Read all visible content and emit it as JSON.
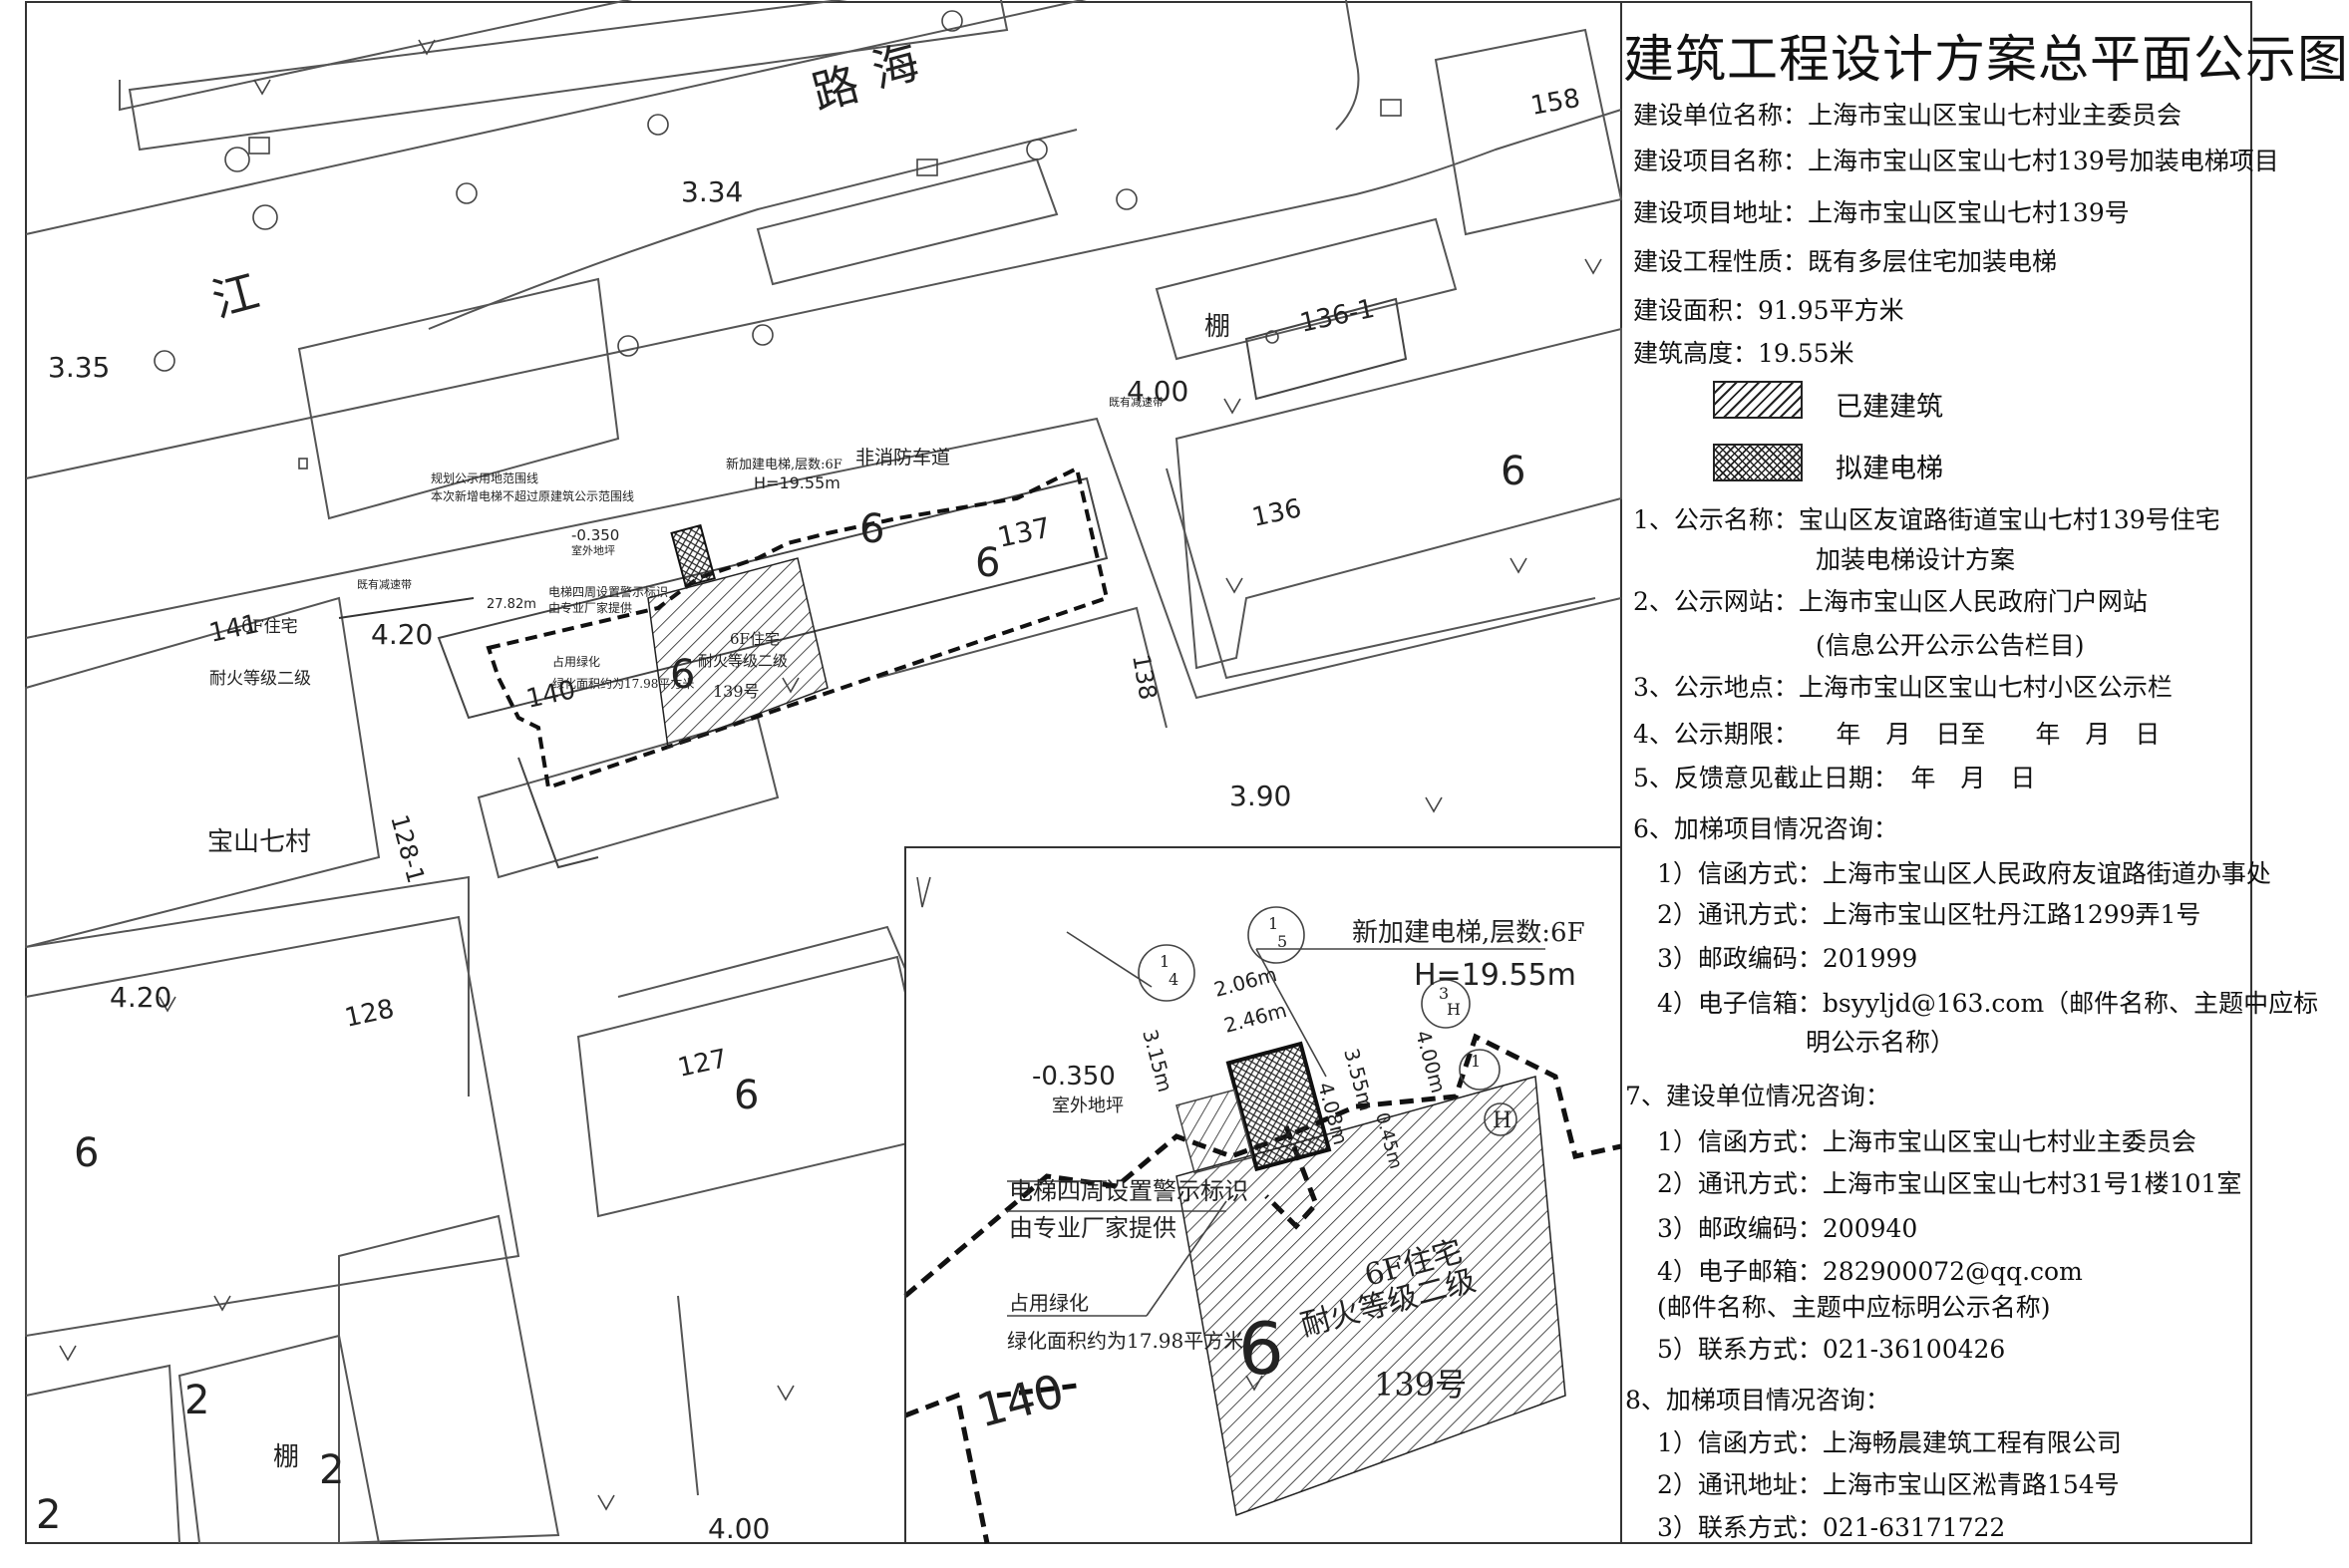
{
  "drawing": {
    "road_chars": [
      "路",
      "海",
      "江"
    ],
    "elevations": [
      "3.34",
      "3.35",
      "4.00",
      "4.20",
      "3.90",
      "4.20",
      "4.00"
    ],
    "building_numbers": [
      "158",
      "136-1",
      "136",
      "137",
      "141",
      "140",
      "139号",
      "138",
      "128-1",
      "128",
      "127"
    ],
    "floor_labels": [
      "6",
      "6",
      "6",
      "6",
      "6",
      "6",
      "2",
      "2",
      "2"
    ],
    "shed": [
      "棚",
      "棚"
    ],
    "community": "宝山七村",
    "fire_lane": "非消防车道",
    "b141_label": [
      "6F住宅",
      "耐火等级二级"
    ],
    "main_building_label": [
      "6F住宅",
      "耐火等级二级",
      "139号"
    ],
    "elevator_label": [
      "新加建电梯,层数:6F",
      "H=19.55m"
    ],
    "ground_level": [
      "-0.350",
      "室外地坪"
    ],
    "warning": [
      "电梯四周设置警示标识",
      "由专业厂家提供"
    ],
    "greening": [
      "占用绿化",
      "绿化面积约为17.98平方米"
    ],
    "dims": [
      "2.06m",
      "2.46m",
      "3.15m",
      "3.55m",
      "4.00m",
      "4.08m",
      "0.45m",
      "27.82m"
    ],
    "small_notes": [
      "规划公示用地范围线",
      "本次新增电梯不超过原建筑公示范围线",
      "既有减速带",
      "既有减速带"
    ],
    "sections": [
      "1",
      "4",
      "1",
      "5",
      "3",
      "H",
      "1",
      "H"
    ]
  },
  "panel": {
    "title": "建筑工程设计方案总平面公示图",
    "info": [
      "建设单位名称：上海市宝山区宝山七村业主委员会",
      "建设项目名称：上海市宝山区宝山七村139号加装电梯项目",
      "建设项目地址：上海市宝山区宝山七村139号",
      "建设工程性质：既有多层住宅加装电梯",
      "建设面积：91.95平方米",
      "建筑高度：19.55米"
    ],
    "legend": [
      {
        "label": "已建建筑",
        "pattern": "hatch"
      },
      {
        "label": "拟建电梯",
        "pattern": "crosshatch"
      }
    ],
    "items": [
      "1、公示名称：宝山区友谊路街道宝山七村139号住宅",
      "加装电梯设计方案",
      "2、公示网站：上海市宝山区人民政府门户网站",
      "(信息公开公示公告栏目)",
      "3、公示地点：上海市宝山区宝山七村小区公示栏",
      "4、公示期限：　　年　月　日至　　年　月　日",
      "5、反馈意见截止日期：　年　月　日",
      "6、加梯项目情况咨询：",
      "1）信函方式：上海市宝山区人民政府友谊路街道办事处",
      "2）通讯方式：上海市宝山区牡丹江路1299弄1号",
      "3）邮政编码：201999",
      "4）电子信箱：bsyyljd@163.com（邮件名称、主题中应标",
      "明公示名称）",
      "7、建设单位情况咨询：",
      "1）信函方式：上海市宝山区宝山七村业主委员会",
      "2）通讯方式：上海市宝山区宝山七村31号1楼101室",
      "3）邮政编码：200940",
      "4）电子邮箱：282900072@qq.com",
      "(邮件名称、主题中应标明公示名称)",
      "5）联系方式：021-36100426",
      "8、加梯项目情况咨询：",
      "1）信函方式：上海畅晨建筑工程有限公司",
      "2）通讯地址：上海市宝山区淞青路154号",
      "3）联系方式：021-63171722"
    ]
  }
}
